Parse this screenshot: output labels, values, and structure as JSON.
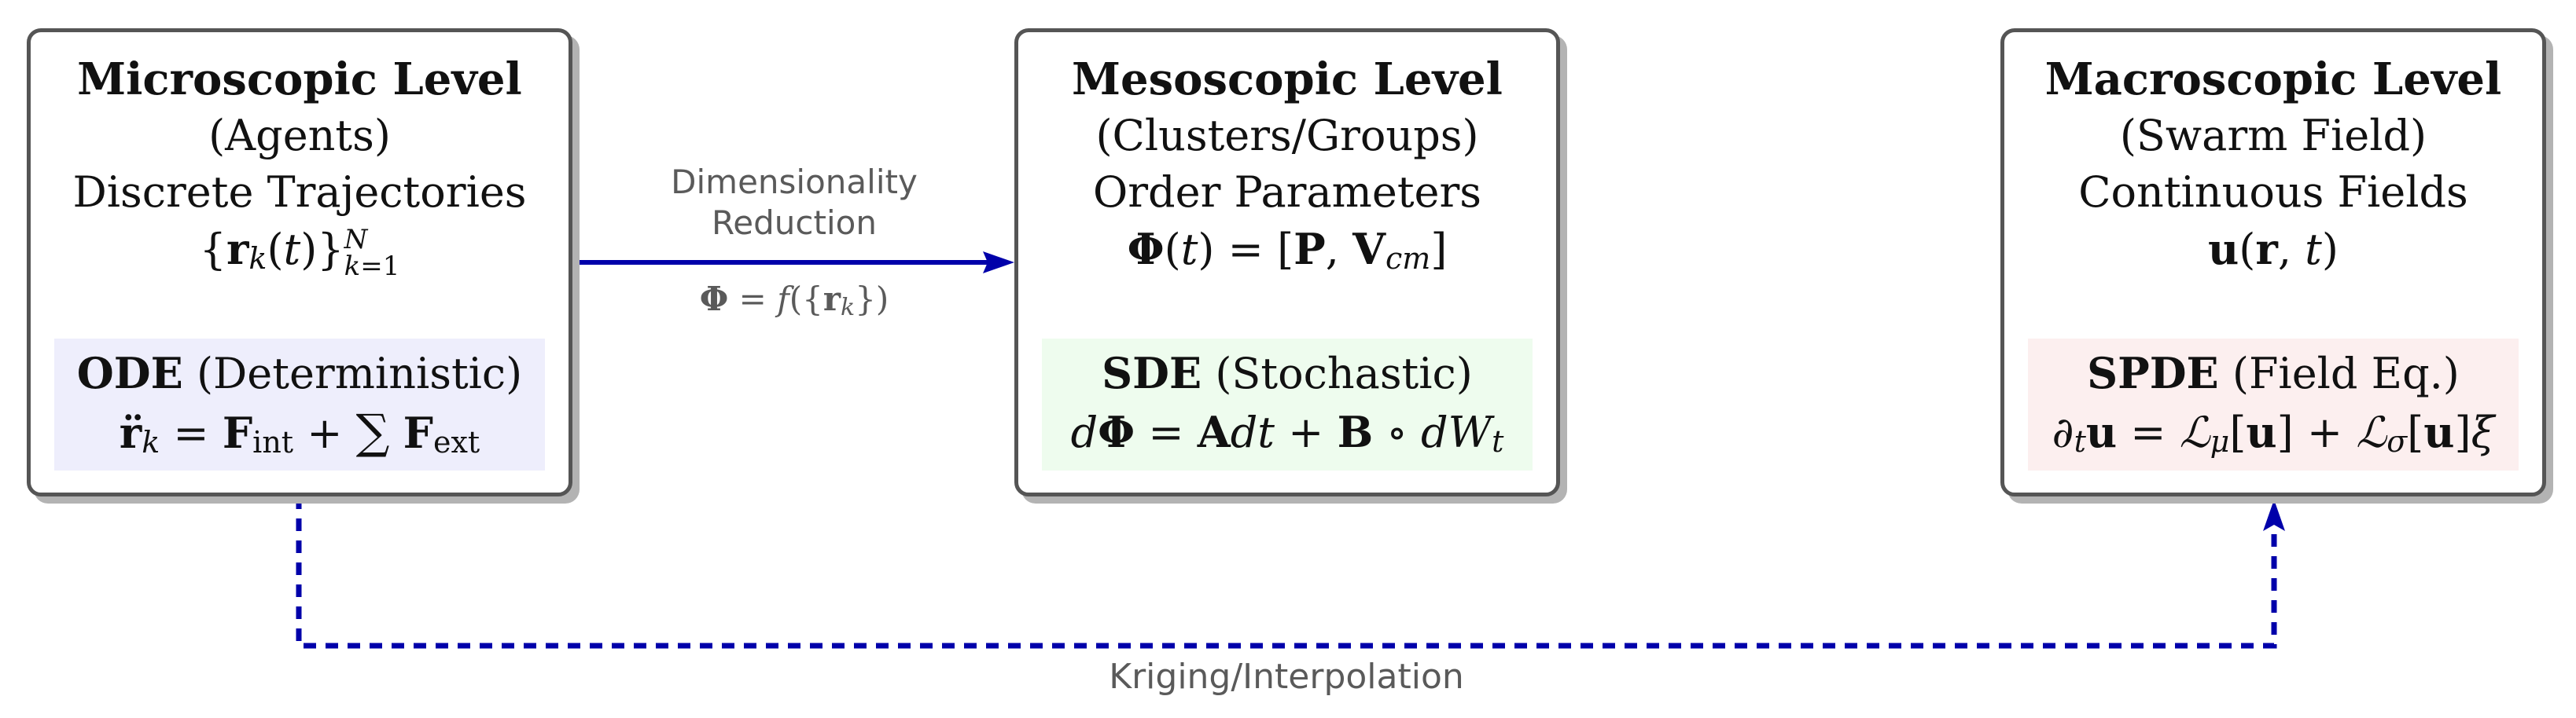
{
  "colors": {
    "box_border": "#555555",
    "box_shadow": "#b3b3b3",
    "arrow": "#0000aa",
    "ode_fill": "#eeeefc",
    "sde_fill": "#eefcee",
    "spde_fill": "#fcefef",
    "label_text": "#5a5a5a"
  },
  "micro": {
    "title": "Microscopic Level",
    "subtitle": "(Agents)",
    "description": "Discrete Trajectories",
    "formula": "{r_k(t)}_{k=1}^{N}",
    "eq_type": "ODE",
    "eq_desc": "(Deterministic)",
    "equation": "r̈_k = F_int + ∑ F_ext"
  },
  "meso": {
    "title": "Mesoscopic Level",
    "subtitle": "(Clusters/Groups)",
    "description": "Order Parameters",
    "formula": "Φ(t) = [P, V_cm]",
    "eq_type": "SDE",
    "eq_desc": "(Stochastic)",
    "equation": "dΦ = A dt + B ∘ dW_t"
  },
  "macro": {
    "title": "Macroscopic Level",
    "subtitle": "(Swarm Field)",
    "description": "Continuous Fields",
    "formula": "u(r, t)",
    "eq_type": "SPDE",
    "eq_desc": "(Field Eq.)",
    "equation": "∂_t u = L_μ[u] + L_σ[u]ξ"
  },
  "edges": {
    "dim_reduction_line1": "Dimensionality",
    "dim_reduction_line2": "Reduction",
    "dim_reduction_formula": "Φ = f({r_k})",
    "kriging": "Kriging/Interpolation"
  }
}
